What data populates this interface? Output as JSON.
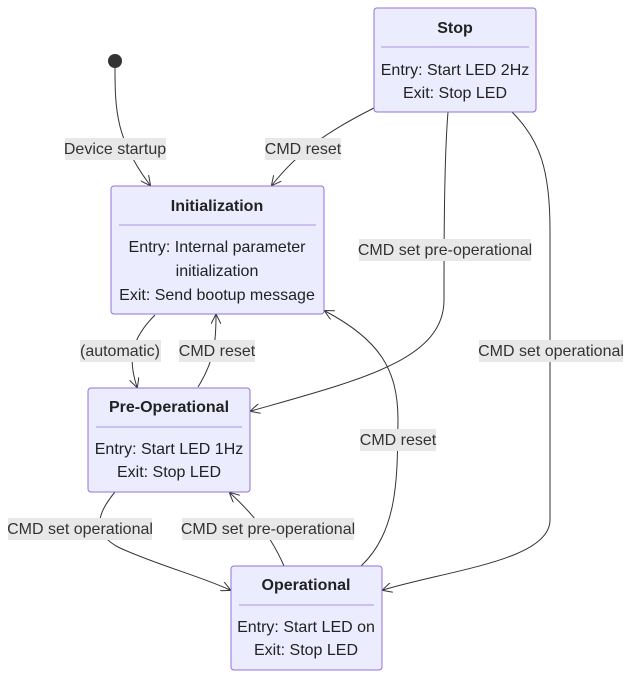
{
  "states": {
    "stop": {
      "title": "Stop",
      "entry": "Entry: Start LED 2Hz",
      "exit": "Exit: Stop LED"
    },
    "initialization": {
      "title": "Initialization",
      "entry_1": "Entry: Internal parameter",
      "entry_2": "initialization",
      "exit": "Exit: Send bootup message"
    },
    "pre_operational": {
      "title": "Pre-Operational",
      "entry": "Entry: Start LED 1Hz",
      "exit": "Exit: Stop LED"
    },
    "operational": {
      "title": "Operational",
      "entry": "Entry: Start LED on",
      "exit": "Exit: Stop LED"
    }
  },
  "transitions": {
    "start_to_init": "Device startup",
    "stop_to_init": "CMD reset",
    "stop_to_preop": "CMD set pre-operational",
    "stop_to_op": "CMD set operational",
    "init_to_preop": "(automatic)",
    "preop_to_init": "CMD reset",
    "op_to_init": "CMD reset",
    "preop_to_op": "CMD set operational",
    "op_to_preop": "CMD set pre-operational"
  }
}
